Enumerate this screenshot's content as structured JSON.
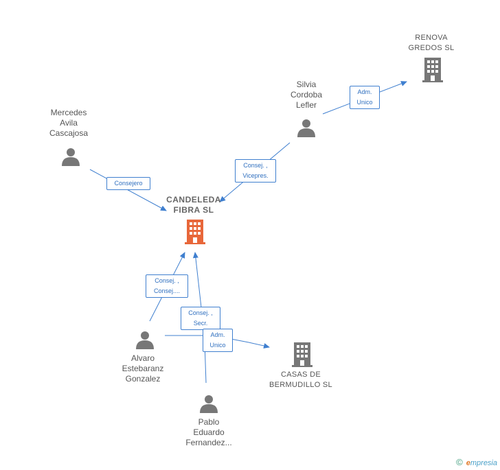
{
  "nodes": {
    "main_company": {
      "label": "CANDELEDA\nFIBRA  SL",
      "color": "#e8673a"
    },
    "renova": {
      "label": "RENOVA\nGREDOS  SL"
    },
    "casas": {
      "label": "CASAS DE\nBERMUDILLO SL"
    },
    "silvia": {
      "label": "Silvia\nCordoba\nLefler"
    },
    "mercedes": {
      "label": "Mercedes\nAvila\nCascajosa"
    },
    "alvaro": {
      "label": "Alvaro\nEstebaranz\nGonzalez"
    },
    "pablo": {
      "label": "Pablo\nEduardo\nFernandez..."
    }
  },
  "edges": {
    "silvia_renova": "Adm.\nUnico",
    "silvia_main": "Consej. ,\nVicepres.",
    "mercedes_main": "Consejero",
    "alvaro_main": "Consej. ,\nConsej....",
    "pablo_main": "Consej. ,\nSecr.",
    "alvaro_casas": "Adm.\nUnico"
  },
  "colors": {
    "edge": "#3f7fcf",
    "person": "#777777",
    "company": "#777777",
    "main": "#e8673a"
  },
  "footer": {
    "copyright": "©",
    "brand_initial": "e",
    "brand_rest": "mpresia"
  }
}
